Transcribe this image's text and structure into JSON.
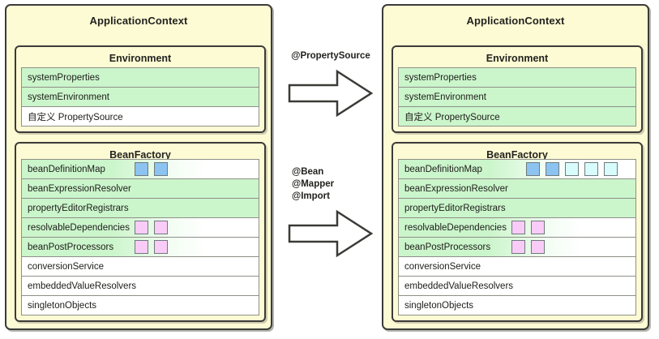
{
  "diagram": {
    "title": "Spring ApplicationContext before / after annotation processing",
    "colors": {
      "panel_yellow": "#fdfbd4",
      "row_green": "#cbf5cb",
      "row_white": "#ffffff",
      "chip_blue": "#8cc3f0",
      "chip_cyan": "#d8fbfb",
      "chip_pink": "#f9ccf8",
      "border_dark": "#3b3b38"
    }
  },
  "left_panel": {
    "title": "ApplicationContext",
    "environment": {
      "title": "Environment",
      "rows": [
        {
          "label": "systemProperties",
          "style": "green",
          "chips": []
        },
        {
          "label": "systemEnvironment",
          "style": "green",
          "chips": []
        },
        {
          "label": "自定义 PropertySource",
          "style": "white",
          "chips": []
        }
      ]
    },
    "bean_factory": {
      "title": "BeanFactory",
      "rows": [
        {
          "label": "beanDefinitionMap",
          "style": "fade",
          "chips": [
            "blue",
            "blue"
          ]
        },
        {
          "label": "beanExpressionResolver",
          "style": "green",
          "chips": []
        },
        {
          "label": "propertyEditorRegistrars",
          "style": "green",
          "chips": []
        },
        {
          "label": "resolvableDependencies",
          "style": "fade",
          "chips": [
            "pink",
            "pink"
          ]
        },
        {
          "label": "beanPostProcessors",
          "style": "fade",
          "chips": [
            "pink",
            "pink"
          ]
        },
        {
          "label": "conversionService",
          "style": "white",
          "chips": []
        },
        {
          "label": "embeddedValueResolvers",
          "style": "white",
          "chips": []
        },
        {
          "label": "singletonObjects",
          "style": "white",
          "chips": []
        }
      ]
    }
  },
  "right_panel": {
    "title": "ApplicationContext",
    "environment": {
      "title": "Environment",
      "rows": [
        {
          "label": "systemProperties",
          "style": "green",
          "chips": []
        },
        {
          "label": "systemEnvironment",
          "style": "green",
          "chips": []
        },
        {
          "label": "自定义 PropertySource",
          "style": "green",
          "chips": []
        }
      ]
    },
    "bean_factory": {
      "title": "BeanFactory",
      "rows": [
        {
          "label": "beanDefinitionMap",
          "style": "fade",
          "chips": [
            "blue",
            "blue",
            "cyan",
            "cyan",
            "cyan"
          ]
        },
        {
          "label": "beanExpressionResolver",
          "style": "green",
          "chips": []
        },
        {
          "label": "propertyEditorRegistrars",
          "style": "green",
          "chips": []
        },
        {
          "label": "resolvableDependencies",
          "style": "fade",
          "chips": [
            "pink",
            "pink"
          ]
        },
        {
          "label": "beanPostProcessors",
          "style": "fade",
          "chips": [
            "pink",
            "pink"
          ]
        },
        {
          "label": "conversionService",
          "style": "white",
          "chips": []
        },
        {
          "label": "embeddedValueResolvers",
          "style": "white",
          "chips": []
        },
        {
          "label": "singletonObjects",
          "style": "white",
          "chips": []
        }
      ]
    }
  },
  "transitions": [
    {
      "id": "environment-transition",
      "annotations": [
        "@PropertySource"
      ],
      "arrow": "right-block-arrow"
    },
    {
      "id": "beanfactory-transition",
      "annotations": [
        "@Bean",
        "@Mapper",
        "@Import"
      ],
      "arrow": "right-block-arrow"
    }
  ]
}
